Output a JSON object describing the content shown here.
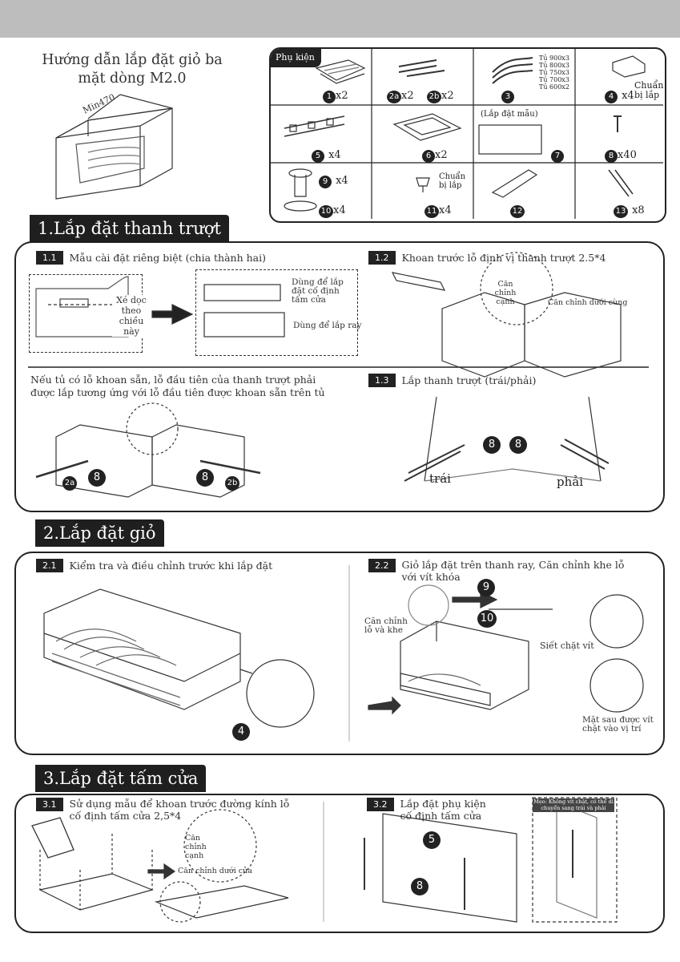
{
  "doc": {
    "title_line1": "Hướng dẫn lắp đặt giỏ ba",
    "title_line2": "mặt dòng M2.0",
    "dim_label": "Min470"
  },
  "parts": {
    "header": "Phụ kiện",
    "items": [
      {
        "num": "1",
        "qty": "x2"
      },
      {
        "num": "2a",
        "qty": "x2"
      },
      {
        "num": "2b",
        "qty": "x2"
      },
      {
        "num": "3",
        "qty": ""
      },
      {
        "num": "4",
        "qty": "x4",
        "note": "Chuẩn bị lắp"
      },
      {
        "num": "5",
        "qty": "x4"
      },
      {
        "num": "6",
        "qty": "x2"
      },
      {
        "num": "7",
        "qty": "",
        "note": "(Lắp đặt mẫu)"
      },
      {
        "num": "8",
        "qty": "x40"
      },
      {
        "num": "9",
        "qty": "x4"
      },
      {
        "num": "10",
        "qty": "x4"
      },
      {
        "num": "11",
        "qty": "x4",
        "note": "Chuẩn bị lắp"
      },
      {
        "num": "12",
        "qty": ""
      },
      {
        "num": "13",
        "qty": "x8"
      }
    ],
    "cabinet_sizes": [
      "Tủ 900x3",
      "Tủ 800x3",
      "Tủ 750x3",
      "Tủ 700x3",
      "Tủ 600x2"
    ]
  },
  "section1": {
    "title": "1.Lắp đặt thanh trượt",
    "s11_tag": "1.1",
    "s11_text": "Mẫu cài đặt riêng biệt (chia thành hai)",
    "s11_tear": "Xé dọc theo chiều này",
    "s11_door": "Dùng để lắp đặt cố định tấm cửa",
    "s11_rail": "Dùng để lắp ray",
    "s12_tag": "1.2",
    "s12_text": "Khoan trước lỗ định vị thanh trượt 2.5*4",
    "s12_align_edge": "Căn chỉnh cạnh",
    "s12_align_bottom": "Căn chỉnh dưới cùng",
    "note_line1": "Nếu tủ có lỗ khoan sẵn, lỗ đầu tiên của thanh trượt phải",
    "note_line2": "được lắp tương ứng với lỗ đầu tiên được khoan sẵn trên tủ",
    "s13_tag": "1.3",
    "s13_text": "Lắp thanh trượt (trái/phải)",
    "left": "trái",
    "right": "phải"
  },
  "section2": {
    "title": "2.Lắp đặt giỏ",
    "s21_tag": "2.1",
    "s21_text": "Kiểm tra và điều chỉnh trước khi lắp đặt",
    "s22_tag": "2.2",
    "s22_text1": "Giỏ lắp đặt trên thanh ray, Căn chỉnh khe lỗ",
    "s22_text2": "với vít khóa",
    "align_hole": "Căn chỉnh lỗ và khe",
    "tighten": "Siết chặt vít",
    "back_fixed": "Mặt sau được vít chặt vào vị trí"
  },
  "section3": {
    "title": "3.Lắp đặt tấm cửa",
    "s31_tag": "3.1",
    "s31_text1": "Sử dụng mẫu để khoan trước đường kính lỗ",
    "s31_text2": "cố định tấm cửa 2,5*4",
    "align_edge": "Căn chỉnh cạnh",
    "align_bottom": "Căn chỉnh dưới cửa",
    "s32_tag": "3.2",
    "s32_text1": "Lắp đặt phụ kiện",
    "s32_text2": "cố định tấm cửa",
    "tip": "Mẹo: Không vít chặt, có thể di chuyển sang trái và phải"
  }
}
